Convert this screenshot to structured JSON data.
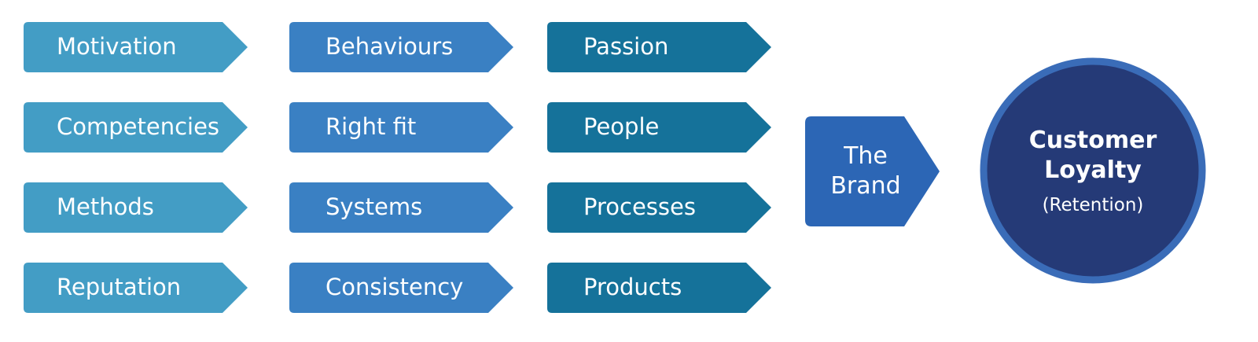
{
  "columns": [
    {
      "color": "#439DC5",
      "items": [
        "Motivation",
        "Competencies",
        "Methods",
        "Reputation"
      ]
    },
    {
      "color": "#3A80C3",
      "items": [
        "Behaviours",
        "Right fit",
        "Systems",
        "Consistency"
      ]
    },
    {
      "color": "#15729A",
      "items": [
        "Passion",
        "People",
        "Processes",
        "Products"
      ]
    }
  ],
  "brand": {
    "color": "#2C66B5",
    "line1": "The",
    "line2": "Brand"
  },
  "outcome": {
    "fill_color": "#253A77",
    "ring_color": "#3A6CB8",
    "title_line1": "Customer",
    "title_line2": "Loyalty",
    "subtitle": "(Retention)"
  }
}
